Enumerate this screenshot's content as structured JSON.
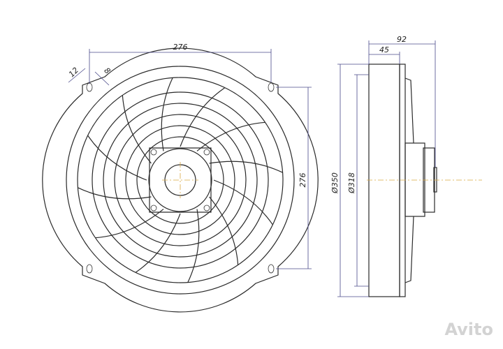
{
  "drawing": {
    "dimensions": {
      "mount_spacing_horizontal": "276",
      "mount_spacing_vertical": "276",
      "tab_width": "12",
      "slot_width": "8",
      "outer_diameter": "Ø350",
      "inner_diameter": "Ø318",
      "total_depth": "92",
      "body_depth": "45"
    },
    "colors": {
      "lines": "#2a2a2a",
      "dimension_lines": "#4a4a8a",
      "centerline": "#d9a640"
    },
    "spoke_count": 12
  },
  "watermark": {
    "text": "Avito"
  }
}
